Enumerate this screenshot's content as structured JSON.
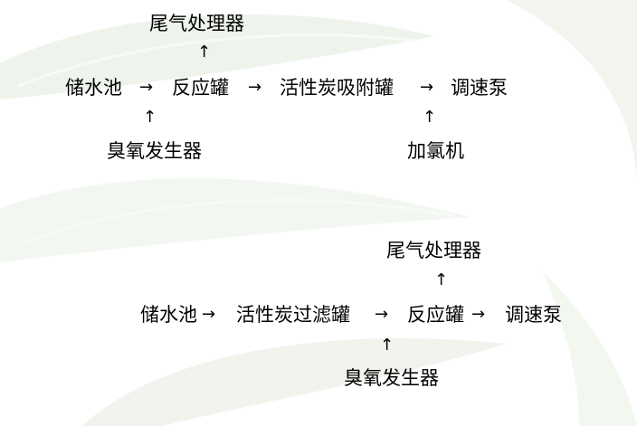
{
  "flow_a": {
    "storage": "储水池",
    "reactor": "反应罐",
    "carbon_adsorb": "活性炭吸附罐",
    "pump": "调速泵",
    "ozone": "臭氧发生器",
    "exhaust": "尾气处理器",
    "chlorinator": "加氯机"
  },
  "flow_b": {
    "storage": "储水池",
    "carbon_filter": "活性炭过滤罐",
    "reactor": "反应罐",
    "pump": "调速泵",
    "ozone": "臭氧发生器",
    "exhaust": "尾气处理器"
  },
  "symbols": {
    "right_arrow": "→",
    "up_arrow": "↑"
  }
}
